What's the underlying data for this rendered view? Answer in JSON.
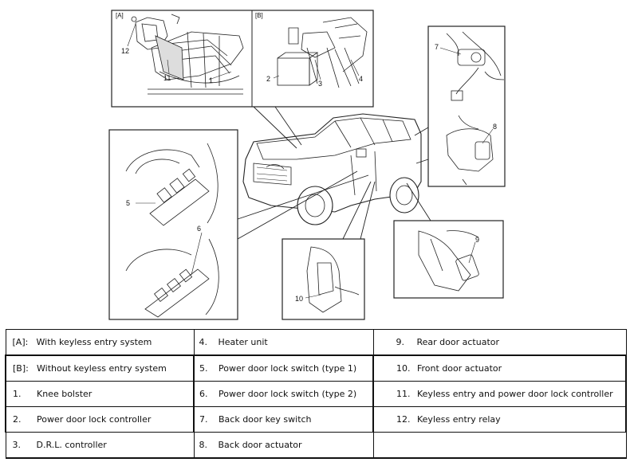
{
  "figure": {
    "panels": {
      "A": "[A]",
      "B": "[B]"
    },
    "callouts": {
      "n1": "1",
      "n2": "2",
      "n3": "3",
      "n4": "4",
      "n5": "5",
      "n6": "6",
      "n7": "7",
      "n8": "8",
      "n9": "9",
      "n10": "10",
      "n11": "11",
      "n12": "12"
    }
  },
  "legend": {
    "rows": [
      [
        {
          "num": "[A]:",
          "label": "With keyless entry system"
        },
        {
          "num": "4.",
          "label": "Heater unit"
        },
        {
          "num": "9.",
          "label": "Rear door actuator"
        }
      ],
      [
        {
          "num": "[B]:",
          "label": "Without keyless entry system"
        },
        {
          "num": "5.",
          "label": "Power door lock switch (type 1)"
        },
        {
          "num": "10.",
          "label": "Front door actuator"
        }
      ],
      [
        {
          "num": "1.",
          "label": "Knee bolster"
        },
        {
          "num": "6.",
          "label": "Power door lock switch (type 2)"
        },
        {
          "num": "11.",
          "label": "Keyless entry and power door lock controller"
        }
      ],
      [
        {
          "num": "2.",
          "label": "Power door lock controller"
        },
        {
          "num": "7.",
          "label": "Back door key switch"
        },
        {
          "num": "12.",
          "label": "Keyless entry relay"
        }
      ],
      [
        {
          "num": "3.",
          "label": "D.R.L. controller"
        },
        {
          "num": "8.",
          "label": "Back door actuator"
        },
        {
          "num": "",
          "label": ""
        }
      ]
    ]
  }
}
